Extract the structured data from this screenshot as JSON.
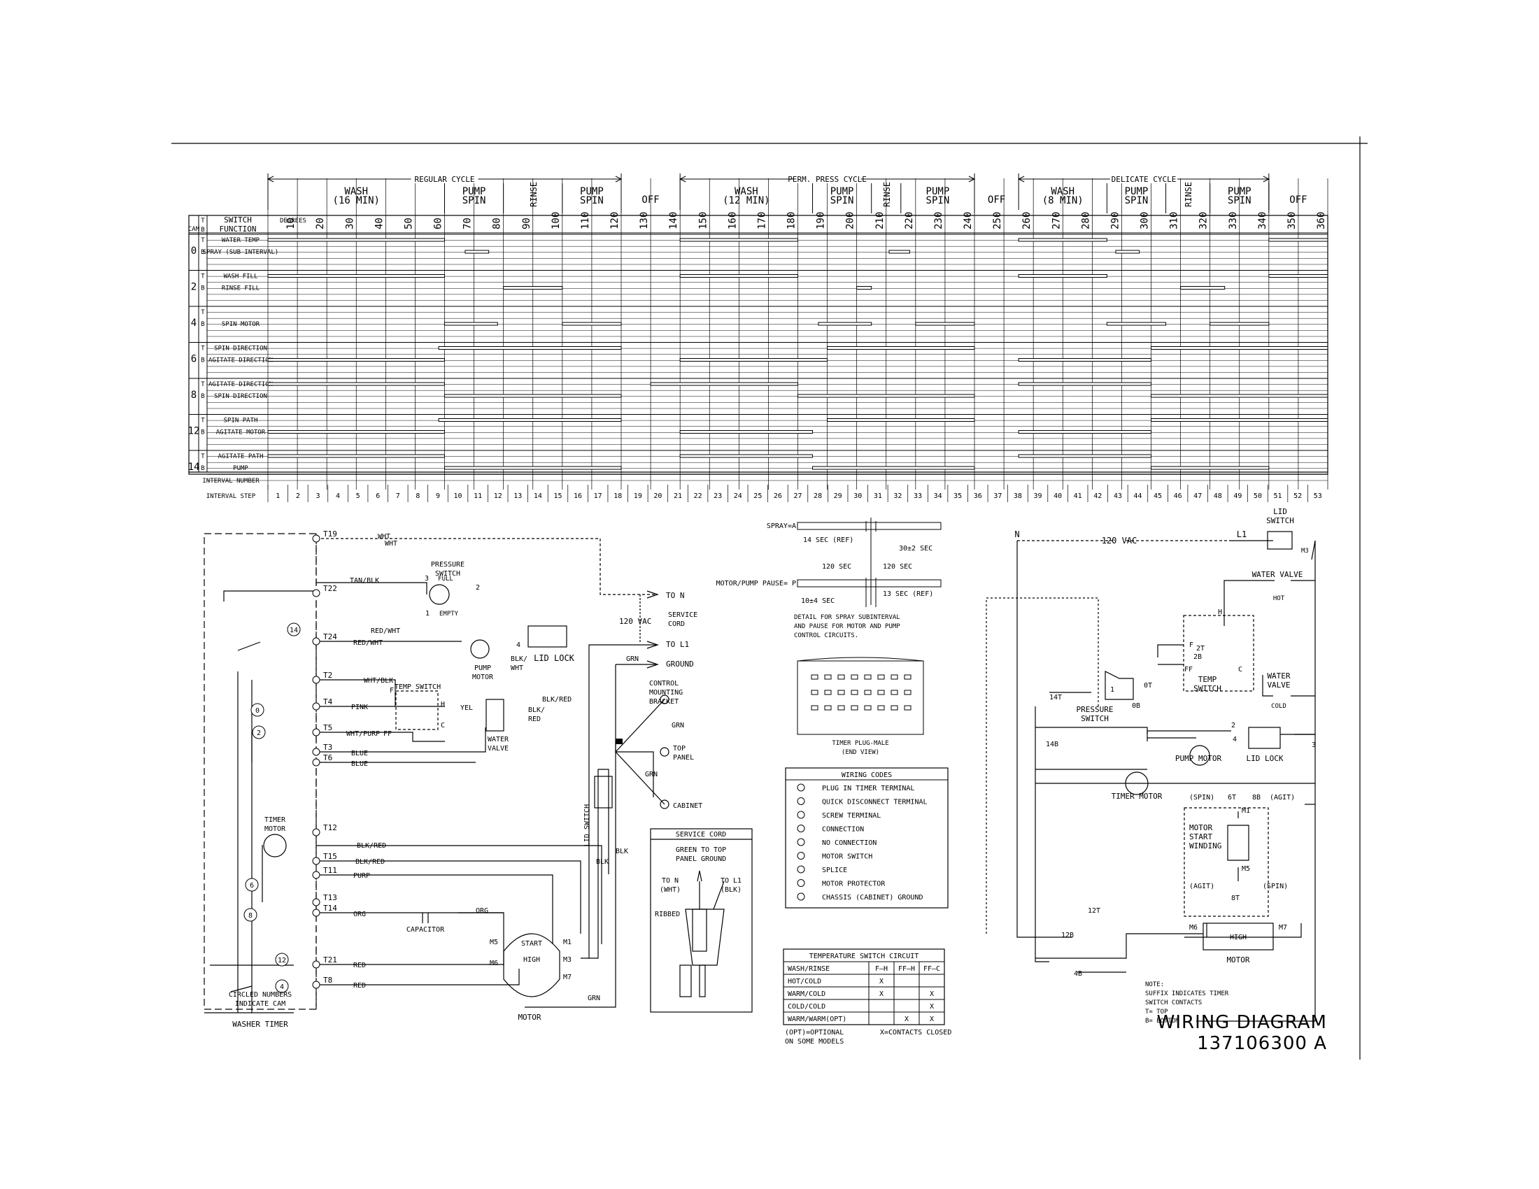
{
  "timing_chart": {
    "cycles": [
      {
        "name": "REGULAR CYCLE",
        "start": 0,
        "end": 120,
        "phases": [
          {
            "label": "WASH\n(16 MIN)",
            "from": 0,
            "to": 60
          },
          {
            "label": "PUMP\nSPIN",
            "from": 60,
            "to": 80
          },
          {
            "label": "RINSE",
            "from": 80,
            "to": 100,
            "vertical": true
          },
          {
            "label": "PUMP\nSPIN",
            "from": 100,
            "to": 120
          }
        ]
      },
      {
        "name": "PERM. PRESS CYCLE",
        "start": 140,
        "end": 240,
        "phases": [
          {
            "label": "WASH\n(12 MIN)",
            "from": 140,
            "to": 185
          },
          {
            "label": "PUMP\nSPIN",
            "from": 185,
            "to": 205
          },
          {
            "label": "RINSE",
            "from": 205,
            "to": 215,
            "vertical": true
          },
          {
            "label": "PUMP\nSPIN",
            "from": 215,
            "to": 240
          }
        ]
      },
      {
        "name": "DELICATE CYCLE",
        "start": 255,
        "end": 340,
        "phases": [
          {
            "label": "WASH\n(8 MIN)",
            "from": 255,
            "to": 285
          },
          {
            "label": "PUMP\nSPIN",
            "from": 285,
            "to": 305
          },
          {
            "label": "RINSE",
            "from": 305,
            "to": 320,
            "vertical": true
          },
          {
            "label": "PUMP\nSPIN",
            "from": 320,
            "to": 340
          }
        ]
      }
    ],
    "off_labels": [
      {
        "label": "OFF",
        "from": 120,
        "to": 140
      },
      {
        "label": "OFF",
        "from": 240,
        "to": 255
      },
      {
        "label": "OFF",
        "from": 340,
        "to": 360
      }
    ],
    "header": {
      "cam": "CAM",
      "tb": "T\nB",
      "switch_function": "SWITCH\nFUNCTION",
      "degrees": "DEGREES"
    },
    "degree_ticks": [
      10,
      20,
      30,
      40,
      50,
      60,
      70,
      80,
      90,
      100,
      110,
      120,
      130,
      140,
      150,
      160,
      170,
      180,
      190,
      200,
      210,
      220,
      230,
      240,
      250,
      260,
      270,
      280,
      290,
      300,
      310,
      320,
      330,
      340,
      350,
      360
    ],
    "cams": [
      {
        "cam": "0",
        "rows": [
          {
            "pos": "T",
            "fn": "WATER TEMP"
          },
          {
            "pos": "B",
            "fn": "SPRAY (SUB-INTERVAL)"
          }
        ]
      },
      {
        "cam": "2",
        "rows": [
          {
            "pos": "T",
            "fn": "WASH FILL"
          },
          {
            "pos": "B",
            "fn": "RINSE FILL"
          }
        ]
      },
      {
        "cam": "4",
        "rows": [
          {
            "pos": "T",
            "fn": ""
          },
          {
            "pos": "B",
            "fn": "SPIN MOTOR"
          }
        ]
      },
      {
        "cam": "6",
        "rows": [
          {
            "pos": "T",
            "fn": "SPIN DIRECTION"
          },
          {
            "pos": "B",
            "fn": "AGITATE DIRECTION"
          }
        ]
      },
      {
        "cam": "8",
        "rows": [
          {
            "pos": "T",
            "fn": "AGITATE DIRECTION"
          },
          {
            "pos": "B",
            "fn": "SPIN DIRECTION"
          }
        ]
      },
      {
        "cam": "12",
        "rows": [
          {
            "pos": "T",
            "fn": "SPIN PATH"
          },
          {
            "pos": "B",
            "fn": "AGITATE MOTOR"
          }
        ]
      },
      {
        "cam": "14",
        "rows": [
          {
            "pos": "T",
            "fn": "AGITATE PATH"
          },
          {
            "pos": "B",
            "fn": "PUMP"
          }
        ]
      }
    ],
    "interval_number_label": "INTERVAL NUMBER",
    "interval_step_label": "INTERVAL STEP",
    "interval_steps": [
      "1",
      "2",
      "3",
      "4",
      "5",
      "6",
      "7",
      "8",
      "9",
      "10",
      "11",
      "12",
      "13",
      "14",
      "15",
      "16",
      "17",
      "18",
      "19",
      "20",
      "21",
      "22",
      "23",
      "24",
      "25",
      "26",
      "27",
      "28",
      "29",
      "30",
      "31",
      "32",
      "33",
      "34",
      "35",
      "36",
      "37",
      "38",
      "39",
      "40",
      "41",
      "42",
      "43",
      "44",
      "45",
      "46",
      "47",
      "48",
      "49",
      "50",
      "51",
      "52",
      "53"
    ]
  },
  "schematic_left": {
    "terminals": [
      "T19",
      "T22",
      "T24",
      "T2",
      "T4",
      "T5",
      "T3",
      "T6",
      "T12",
      "T15",
      "T11",
      "T13",
      "T14",
      "T21",
      "T8"
    ],
    "cam_labels": [
      "14",
      "0",
      "2",
      "6",
      "8",
      "12",
      "4"
    ],
    "wires": [
      "WHT",
      "WHT",
      "TAN/BLK",
      "RED/WHT",
      "RED/WHT",
      "WHT/BLK",
      "PINK",
      "WHT/PURP",
      "BLUE",
      "BLUE",
      "BLK/RED",
      "BLK/RED",
      "PURP",
      "ORG",
      "ORG",
      "RED",
      "RED",
      "YEL",
      "BLK/RED",
      "BLK/\nRED",
      "BLK/\nWHT",
      "GRN",
      "GRN",
      "GRN",
      "GRN",
      "BLK",
      "BLK"
    ],
    "components": {
      "pressure_switch": "PRESSURE\nSWITCH",
      "full": "FULL",
      "empty": "EMPTY",
      "pump_motor": "PUMP\nMOTOR",
      "lid_lock": "LID LOCK",
      "temp_switch": "TEMP SWITCH",
      "water_valve": "WATER\nVALVE",
      "timer_motor": "TIMER\nMOTOR",
      "capacitor": "CAPACITOR",
      "motor": "MOTOR",
      "start": "START",
      "high": "HIGH",
      "lid_switch": "LID SWITCH",
      "washer_timer": "WASHER TIMER",
      "circled_note": "CIRCLED NUMBERS\nINDICATE CAM"
    },
    "pins": {
      "m5a": "M5",
      "m6": "M6",
      "m1": "M1",
      "m3": "M3",
      "m7": "M7",
      "ff": "FF",
      "f": "F",
      "h": "H",
      "c": "C",
      "n1": "1",
      "n2": "2",
      "n3": "3",
      "n4": "4"
    },
    "supply": {
      "to_n": "TO N",
      "to_l1": "TO L1",
      "vac": "120 VAC",
      "service_cord": "SERVICE\nCORD",
      "ground": "GROUND",
      "control_bracket": "CONTROL\nMOUNTING\nBRACKET",
      "top_panel": "TOP\nPANEL",
      "cabinet": "CABINET"
    }
  },
  "spray_detail": {
    "spray": "SPRAY=A",
    "motor_pause": "MOTOR/PUMP PAUSE= P",
    "t14": "14 SEC (REF)",
    "t30": "30±2 SEC",
    "t120a": "120 SEC",
    "t120b": "120 SEC",
    "t10": "10±4 SEC",
    "t13": "13 SEC (REF)",
    "note": "DETAIL FOR SPRAY SUBINTERVAL\nAND PAUSE FOR MOTOR AND PUMP\nCONTROL CIRCUITS.",
    "plug_caption": "TIMER PLUG-MALE\n(END VIEW)"
  },
  "wiring_codes": {
    "title": "WIRING CODES",
    "items": [
      "PLUG IN TIMER TERMINAL",
      "QUICK DISCONNECT TERMINAL",
      "SCREW TERMINAL",
      "CONNECTION",
      "NO CONNECTION",
      "MOTOR SWITCH",
      "SPLICE",
      "MOTOR PROTECTOR",
      "CHASSIS (CABINET) GROUND"
    ]
  },
  "service_cord": {
    "title": "SERVICE CORD",
    "green": "GREEN TO TOP\nPANEL GROUND",
    "to_n": "TO N\n(WHT)",
    "to_l1": "TO L1\n(BLK)",
    "ribbed": "RIBBED"
  },
  "temp_table": {
    "title": "TEMPERATURE SWITCH CIRCUIT",
    "headers": [
      "WASH/RINSE",
      "F—H",
      "FF—H",
      "FF—C"
    ],
    "rows": [
      [
        "HOT/COLD",
        "X",
        "",
        ""
      ],
      [
        "WARM/COLD",
        "X",
        "",
        "X"
      ],
      [
        "COLD/COLD",
        "",
        "",
        "X"
      ],
      [
        "WARM/WARM(OPT)",
        "",
        "X",
        "X"
      ]
    ],
    "note_left": "(OPT)=OPTIONAL\nON SOME MODELS",
    "note_right": "X=CONTACTS CLOSED"
  },
  "schematic_right": {
    "n": "N",
    "l1": "L1",
    "vac": "120 VAC",
    "lid_switch": "LID\nSWITCH",
    "m3": "M3",
    "water_valve_hot": "WATER VALVE",
    "hot": "HOT",
    "temp_switch": "TEMP\nSWITCH",
    "water_valve_cold": "WATER\nVALVE",
    "cold": "COLD",
    "pressure_switch": "PRESSURE\nSWITCH",
    "pump_motor": "PUMP MOTOR",
    "lid_lock": "LID LOCK",
    "timer_motor": "TIMER MOTOR",
    "motor_start": "MOTOR\nSTART\nWINDING",
    "spin": "(SPIN)",
    "agit": "(AGIT)",
    "motor": "MOTOR",
    "high": "HIGH",
    "contacts": [
      "2T",
      "2B",
      "0T",
      "0B",
      "14T",
      "14B",
      "6T",
      "8B",
      "8T",
      "12T",
      "12B",
      "4B",
      "F",
      "FF",
      "H",
      "C",
      "M1",
      "M5",
      "M6",
      "M7",
      "3",
      "2",
      "1",
      "4"
    ],
    "note": "NOTE:\nSUFFIX INDICATES TIMER\nSWITCH CONTACTS\nT= TOP\nB= BOTTOM"
  },
  "title_block": {
    "title": "WIRING DIAGRAM",
    "number": "137106300  A"
  }
}
